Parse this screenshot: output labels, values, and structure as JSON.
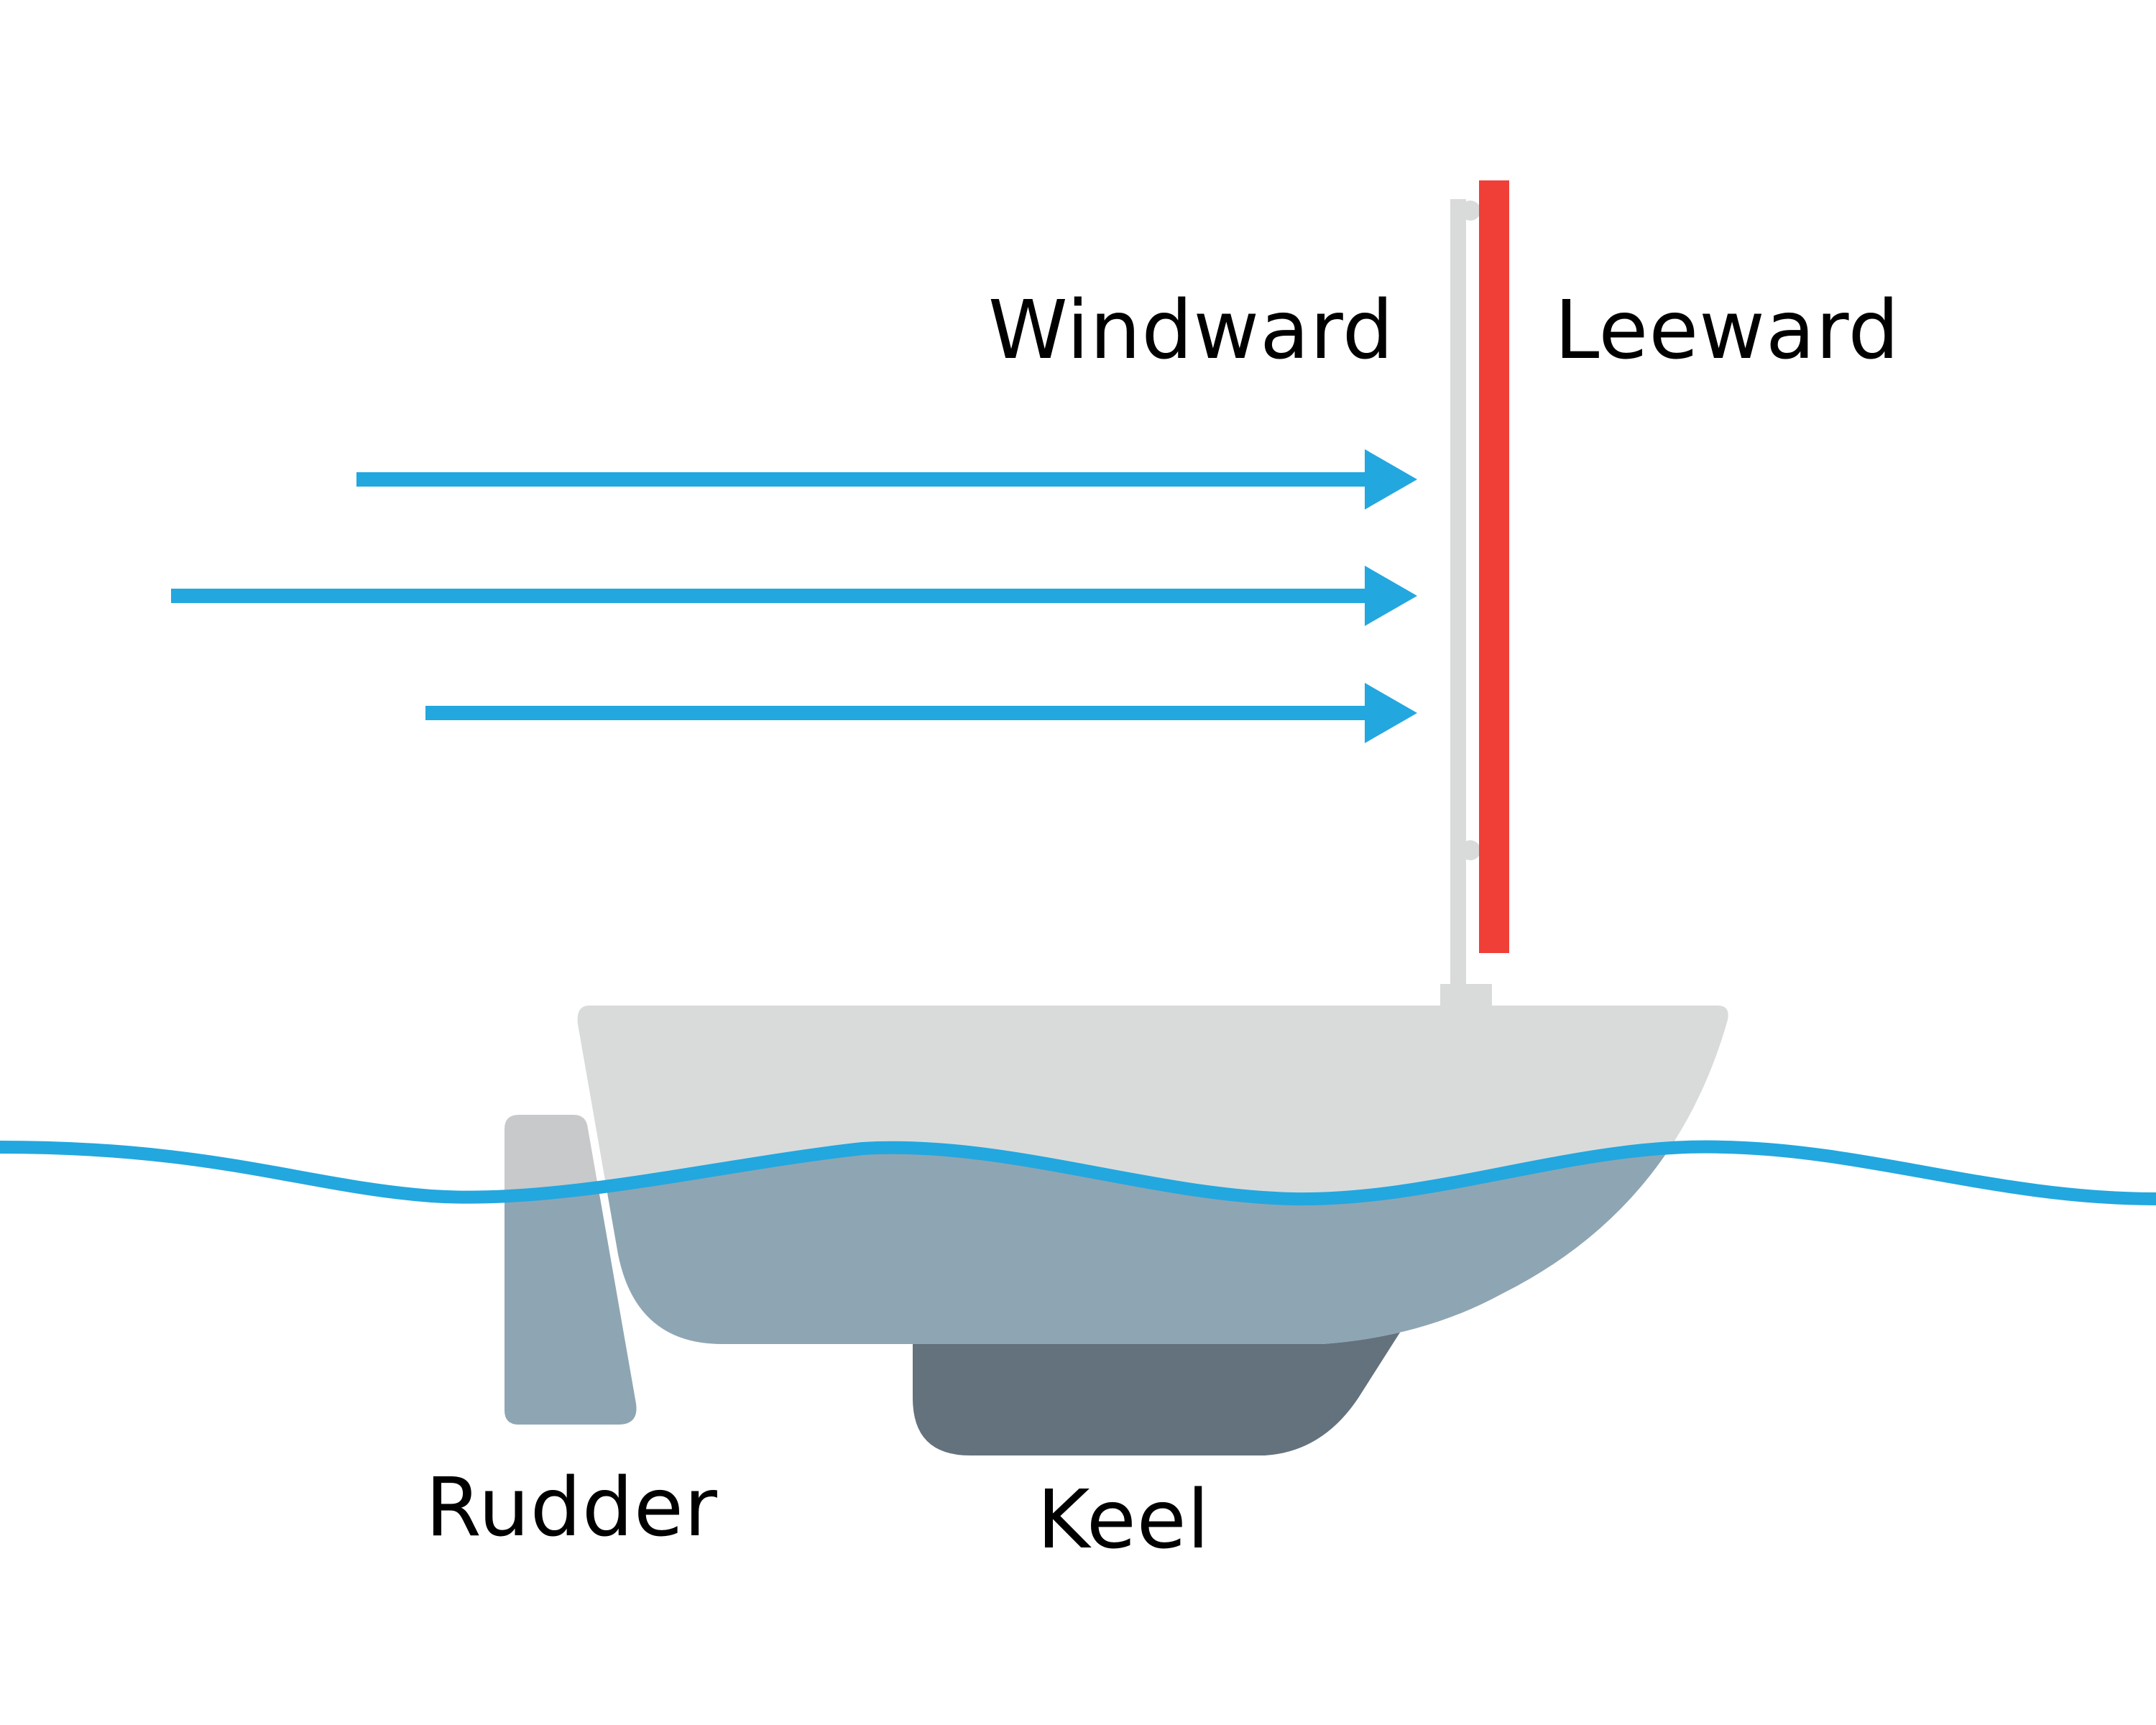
{
  "diagram": {
    "labels": {
      "windward": "Windward",
      "leeward": "Leeward",
      "rudder": "Rudder",
      "keel": "Keel"
    },
    "colors": {
      "background": "#ffffff",
      "wind_arrows": "#23a7df",
      "waterline": "#23a7df",
      "sail": "#f03f37",
      "mast": "#d9dbdb",
      "hull_above_water": "#d9dbdb",
      "hull_below_water": "#8ea6b3",
      "keel": "#63727d",
      "rudder_above_water": "#c8c9ca",
      "rudder_below_water": "#8ea6b3",
      "label_text": "#000000"
    },
    "icons": {
      "wind": "arrow-right-icon",
      "sail": "sail-icon",
      "mast": "mast-icon",
      "boat": "sailboat-hull-icon",
      "water": "wave-line-icon"
    }
  }
}
